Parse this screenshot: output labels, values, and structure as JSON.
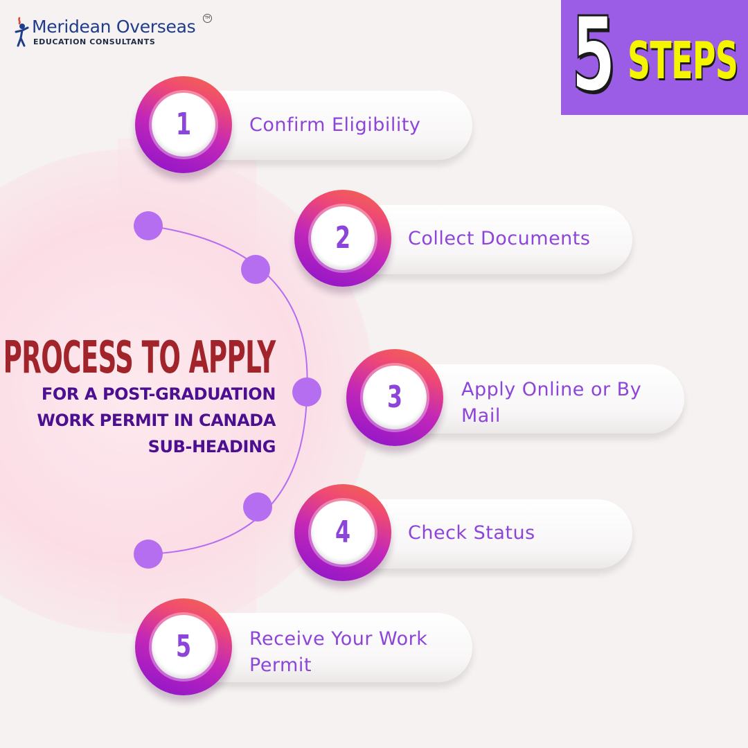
{
  "brand": {
    "name": "Meridean Overseas",
    "tagline": "EDUCATION CONSULTANTS",
    "tm": "TM"
  },
  "badge": {
    "number": "5",
    "word": "STEPS"
  },
  "heading": {
    "title": "PROCESS TO APPLY",
    "subtitle_lines": [
      "FOR A POST-GRADUATION",
      "WORK PERMIT IN CANADA",
      "SUB-HEADING"
    ]
  },
  "steps": [
    {
      "number": "1",
      "label": "Confirm Eligibility"
    },
    {
      "number": "2",
      "label": "Collect Documents"
    },
    {
      "number": "3",
      "label": "Apply Online or By Mail"
    },
    {
      "number": "4",
      "label": "Check Status"
    },
    {
      "number": "5",
      "label": "Receive Your Work Permit"
    }
  ],
  "colors": {
    "background": "#f6f2f1",
    "badge_bg": "#9b5de5",
    "badge_word": "#f5f500",
    "title": "#a0242a",
    "subtitle": "#4b0f8f",
    "step_text": "#8d44d8",
    "accent_purple": "#b56ef0",
    "gradient_start": "#8a13cc",
    "gradient_end": "#f26b47"
  }
}
